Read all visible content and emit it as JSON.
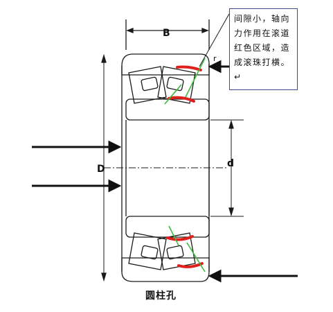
{
  "labels": {
    "width": "B",
    "outer_diameter": "D",
    "bore_diameter": "d",
    "chamfer": "r"
  },
  "callout": {
    "text": "间隙小，轴向力作用在滚道红色区域，造成滚珠打横。↵"
  },
  "caption": "圆柱孔",
  "colors": {
    "line": "#1a1a1a",
    "highlight": "#e0201c",
    "contact": "#3cb83c",
    "callout_border": "#3a4a8a"
  }
}
